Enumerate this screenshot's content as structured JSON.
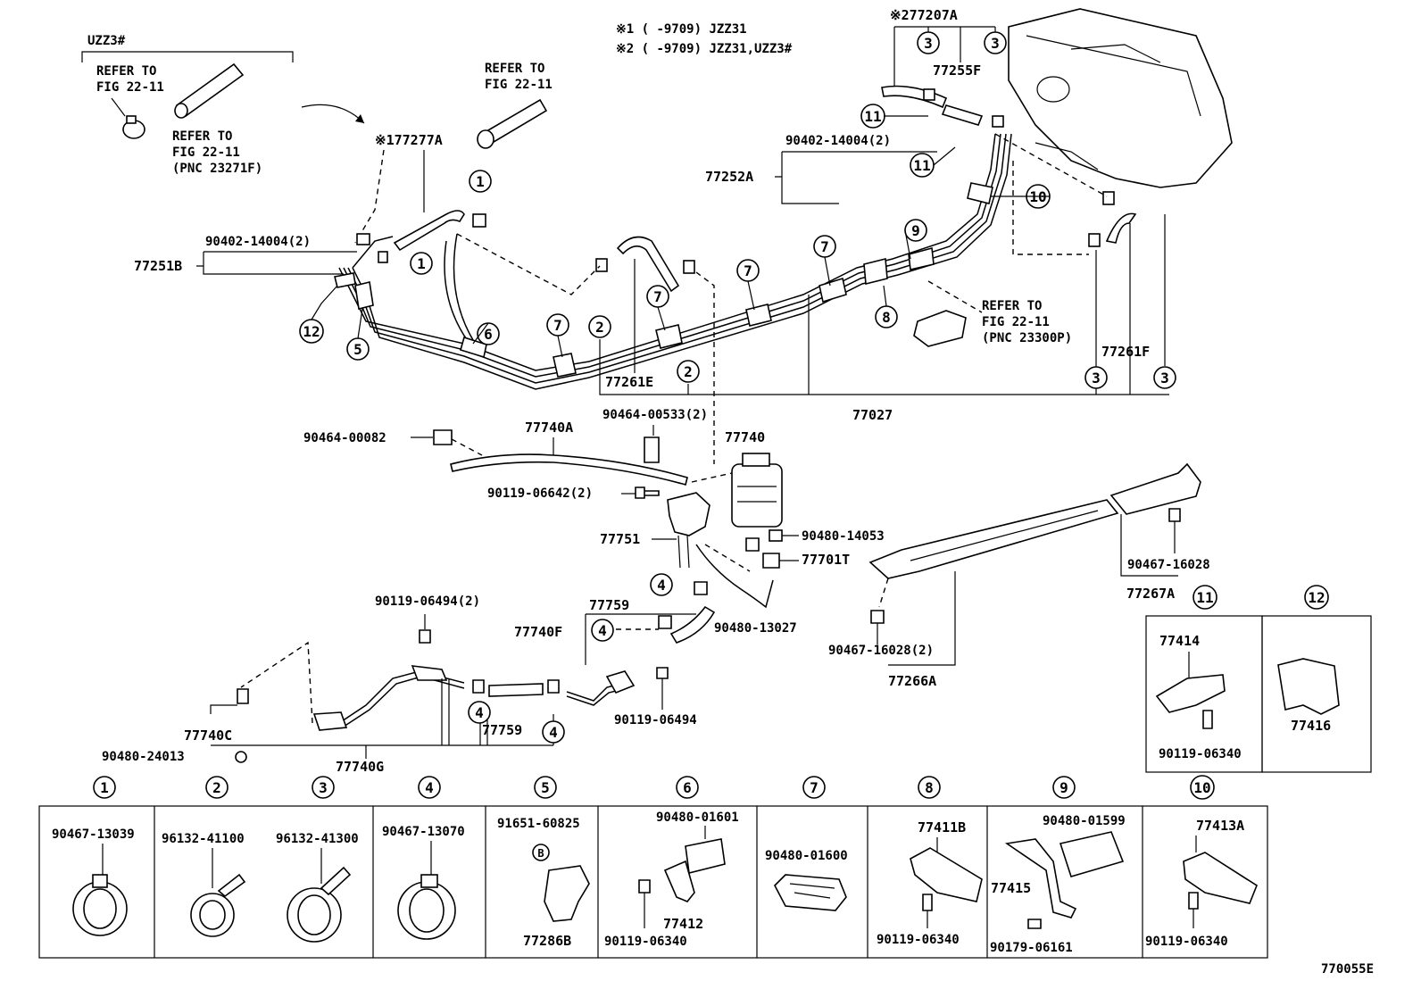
{
  "notes": {
    "note1": "※1 (      -9709) JZZ31",
    "note2": "※2 (      -9709) JZZ31,UZZ3#"
  },
  "variant_label": "UZZ3#",
  "refer": {
    "a": [
      "REFER TO",
      "FIG 22-11"
    ],
    "b": [
      "REFER TO",
      "FIG 22-11",
      "(PNC 23271F)"
    ],
    "c": [
      "REFER TO",
      "FIG 22-11"
    ],
    "d": [
      "REFER TO",
      "FIG 22-11",
      "(PNC 23300P)"
    ]
  },
  "callouts": {
    "p77207A": "※277207A",
    "p77255F": "77255F",
    "p77277A": "※177277A",
    "p90402_top": "90402-14004(2)",
    "p77252A": "77252A",
    "p90402_left": "90402-14004(2)",
    "p77251B": "77251B",
    "p77261E": "77261E",
    "p77261F": "77261F",
    "p77027": "77027",
    "p90464_00533": "90464-00533(2)",
    "p90464_00082": "90464-00082",
    "p77740A": "77740A",
    "p77740": "77740",
    "p90119_06642": "90119-06642(2)",
    "p90480_14053": "90480-14053",
    "p77751": "77751",
    "p77701T": "77701T",
    "p90467_16028a": "90467-16028",
    "p77267A": "77267A",
    "p90119_06494_2": "90119-06494(2)",
    "p77759a": "77759",
    "p77740F": "77740F",
    "p90480_13027": "90480-13027",
    "p90467_16028b": "90467-16028(2)",
    "p77266A": "77266A",
    "p90119_06494": "90119-06494",
    "p77740C": "77740C",
    "p90480_24013": "90480-24013",
    "p77759b": "77759",
    "p77740G": "77740G"
  },
  "circled_numbers": [
    "1",
    "2",
    "3",
    "4",
    "5",
    "6",
    "7",
    "8",
    "9",
    "10",
    "11",
    "12"
  ],
  "legend_top": {
    "c11": {
      "num": "11",
      "parts": [
        "77414",
        "90119-06340"
      ]
    },
    "c12": {
      "num": "12",
      "parts": [
        "77416"
      ]
    }
  },
  "legend": [
    {
      "num": "1",
      "parts": [
        "90467-13039"
      ]
    },
    {
      "num": "2",
      "parts": [
        "96132-41100"
      ]
    },
    {
      "num": "3",
      "parts": [
        "96132-41300"
      ]
    },
    {
      "num": "4",
      "parts": [
        "90467-13070"
      ]
    },
    {
      "num": "5",
      "parts": [
        "91651-60825",
        "B",
        "77286B"
      ]
    },
    {
      "num": "6",
      "parts": [
        "90480-01601",
        "90119-06340",
        "77412"
      ]
    },
    {
      "num": "7",
      "parts": [
        "90480-01600"
      ]
    },
    {
      "num": "8",
      "parts": [
        "77411B",
        "90119-06340"
      ]
    },
    {
      "num": "9",
      "parts": [
        "90480-01599",
        "77415",
        "90179-06161"
      ]
    },
    {
      "num": "10",
      "parts": [
        "77413A",
        "90119-06340"
      ]
    }
  ],
  "figure_code": "770055E"
}
